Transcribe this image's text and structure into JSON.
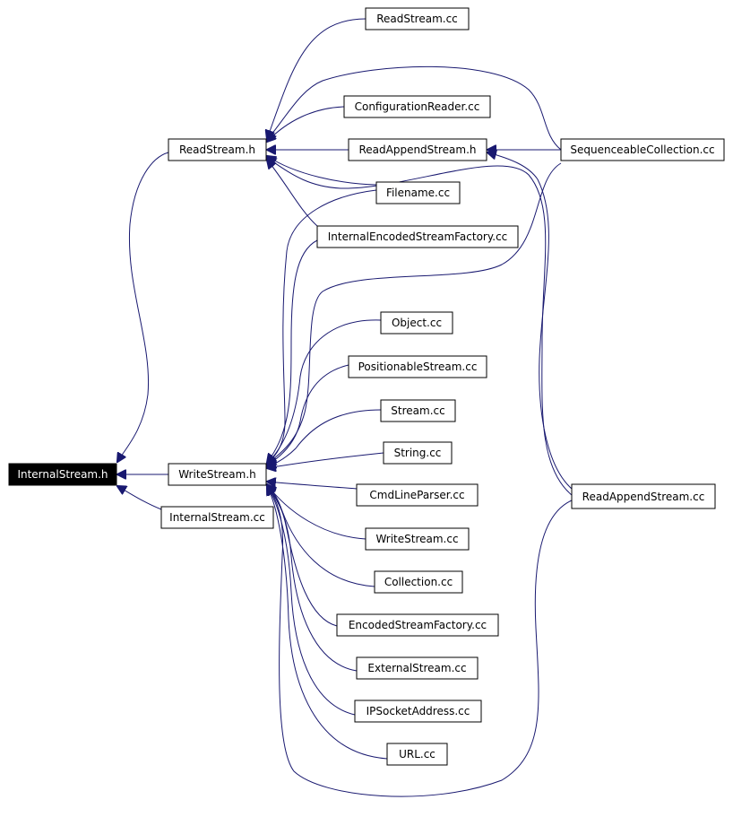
{
  "colors": {
    "edge": "#191970",
    "node_border": "#000000",
    "root_fill": "#000000",
    "root_text": "#ffffff"
  },
  "nodes": {
    "internalstream_h": "InternalStream.h",
    "readstream_h": "ReadStream.h",
    "writestream_h": "WriteStream.h",
    "internalstream_cc": "InternalStream.cc",
    "readstream_cc": "ReadStream.cc",
    "configurationreader_cc": "ConfigurationReader.cc",
    "readappendstream_h": "ReadAppendStream.h",
    "filename_cc": "Filename.cc",
    "internalencodedstreamfactory_cc": "InternalEncodedStreamFactory.cc",
    "sequenceablecollection_cc": "SequenceableCollection.cc",
    "object_cc": "Object.cc",
    "positionablestream_cc": "PositionableStream.cc",
    "stream_cc": "Stream.cc",
    "string_cc": "String.cc",
    "cmdlineparser_cc": "CmdLineParser.cc",
    "writestream_cc": "WriteStream.cc",
    "collection_cc": "Collection.cc",
    "encodedstreamfactory_cc": "EncodedStreamFactory.cc",
    "externalstream_cc": "ExternalStream.cc",
    "ipsocketaddress_cc": "IPSocketAddress.cc",
    "url_cc": "URL.cc",
    "readappendstream_cc": "ReadAppendStream.cc"
  }
}
